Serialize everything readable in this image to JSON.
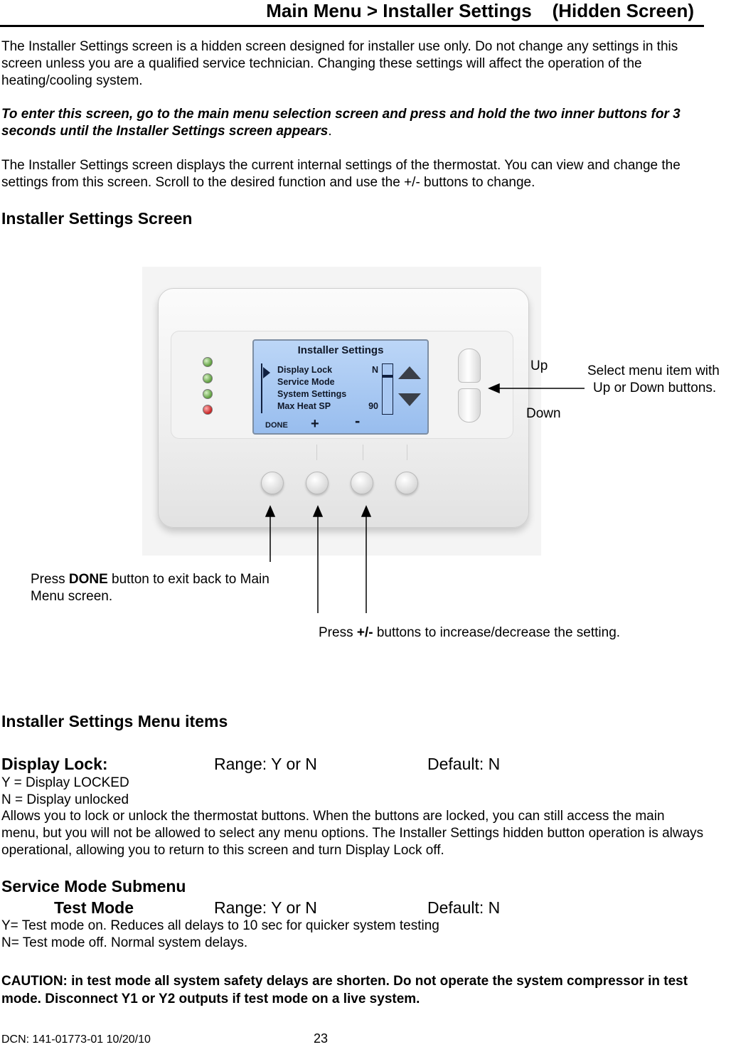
{
  "header": {
    "title": "Main Menu > Installer Settings    (Hidden Screen)"
  },
  "intro": {
    "p1": "The Installer Settings screen is a hidden screen designed for installer use only.  Do not change any settings in this screen unless you are a qualified service technician.  Changing these settings will affect the operation of the heating/cooling system.",
    "p2_bold": "To enter this screen, go to the main menu selection screen and press and hold the two inner buttons for 3 seconds until the Installer Settings screen appears",
    "p2_tail": ".",
    "p3": "The Installer Settings screen displays the current internal settings of the thermostat.  You can view and change the settings from this screen.  Scroll to the desired function and use the +/- buttons to change."
  },
  "screen_section": {
    "heading": "Installer Settings Screen"
  },
  "lcd": {
    "title": "Installer Settings",
    "rows": [
      {
        "label": "Display Lock",
        "value": "N"
      },
      {
        "label": "Service Mode",
        "value": ""
      },
      {
        "label": "System Settings",
        "value": ""
      },
      {
        "label": "Max Heat SP",
        "value": "90"
      }
    ],
    "done": "DONE",
    "plus": "+",
    "minus": "-"
  },
  "annotations": {
    "up": "Up",
    "down": "Down",
    "select_line1": "Select menu item with",
    "select_line2": "Up or Down buttons.",
    "done_pre": "Press ",
    "done_bold": "DONE",
    "done_post": " button to exit back to Main",
    "done_line2": "Menu screen.",
    "pm_pre": "Press ",
    "pm_bold": "+/-",
    "pm_post": " buttons to increase/decrease the setting."
  },
  "menu_items": {
    "heading": "Installer Settings Menu items",
    "display_lock": {
      "label": "Display Lock:",
      "range": "Range: Y or N",
      "default": "Default: N",
      "line_y": "Y = Display LOCKED",
      "line_n": "N = Display unlocked",
      "desc": "Allows you to lock or unlock the thermostat buttons.  When the buttons are locked, you can still access the main menu, but you will not be allowed to select any menu options.  The Installer Settings hidden button operation is always operational, allowing you to return to this screen and turn Display Lock off."
    },
    "service_mode": {
      "heading": "Service Mode Submenu",
      "test_label": "Test Mode",
      "range": "Range: Y or N",
      "default": "Default: N",
      "line_y": "Y= Test mode on.  Reduces all delays to 10 sec for quicker system testing",
      "line_n": "N= Test mode off.  Normal system delays."
    },
    "caution": "CAUTION:  in test mode all system safety delays are shorten.  Do not operate the system compressor in test mode.  Disconnect Y1 or Y2 outputs if test mode on a live system."
  },
  "footer": {
    "dcn": "DCN: 141-01773-01  10/20/10",
    "page": "23"
  }
}
